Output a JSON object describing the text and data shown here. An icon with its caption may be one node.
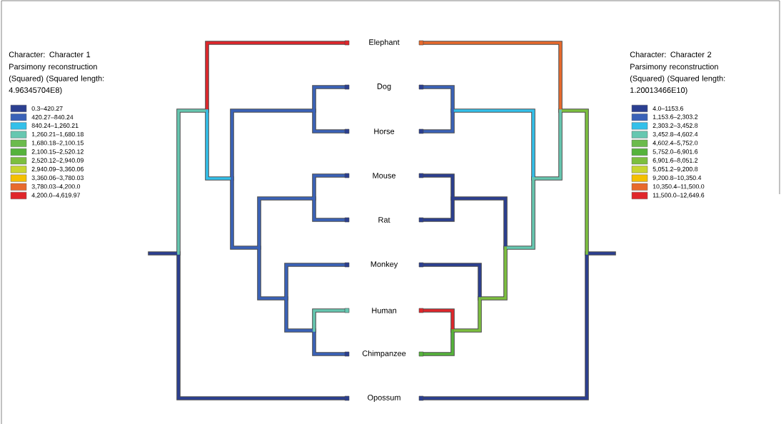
{
  "diagram": {
    "nodes": [
      {
        "text": [
          "Elephant"
        ]
      },
      {
        "text": [
          "Dog"
        ]
      },
      {
        "text": [
          "Horse"
        ]
      },
      {
        "text": [
          "Mouse"
        ]
      },
      {
        "text": [
          "Rat"
        ]
      },
      {
        "text": [
          "Monkey"
        ]
      },
      {
        "text": [
          "Human"
        ]
      },
      {
        "text": [
          "Chimpanzee"
        ]
      },
      {
        "text": [
          "Opossum"
        ]
      }
    ],
    "labels": [
      "Character: Character 1",
      "Parsimony reconstruction (Squared) (Squared length: 4.96345704E8)",
      "Character: Character 2",
      "Parsimony reconstruction (Squared) (Squared length: 1.20013466E10)"
    ],
    "legend": [
      {
        "text": "0.3–420.27",
        "color": "#2b3f91"
      },
      {
        "text": "420.27–840.24",
        "color": "#3a62b8"
      },
      {
        "text": "840.24–1,260.21",
        "color": "#33c0ea"
      },
      {
        "text": "1,260.21–1,680.18",
        "color": "#66c7b0"
      },
      {
        "text": "1,680.18–2,100.15",
        "color": "#6bbb4c"
      },
      {
        "text": "2,100.15–2,520.12",
        "color": "#55b33b"
      },
      {
        "text": "2,520.12–2,940.09",
        "color": "#7cbf3f"
      },
      {
        "text": "2,940.09–3,360.06",
        "color": "#c9d630"
      },
      {
        "text": "3,360.06–3,780.03",
        "color": "#f5c000"
      },
      {
        "text": "3,780.03–4,200.0",
        "color": "#e86a2c"
      },
      {
        "text": "4,200.0–4,619.97",
        "color": "#e0262b"
      },
      {
        "text": "4.0–1153.6",
        "color": "#2b3f91"
      },
      {
        "text": "1,153.6–2,303.2",
        "color": "#3a62b8"
      },
      {
        "text": "2,303.2–3,452.8",
        "color": "#33c0ea"
      },
      {
        "text": "3,452.8–4,602.4",
        "color": "#66c7b0"
      },
      {
        "text": "4,602.4–5,752.0",
        "color": "#6bbb4c"
      },
      {
        "text": "5,752.0–6,901.6",
        "color": "#55b33b"
      },
      {
        "text": "6,901.6–8,051.2",
        "color": "#7cbf3f"
      },
      {
        "text": "5,051.2–9,200.8",
        "color": "#c9d630"
      },
      {
        "text": "9,200.8–10,350.4",
        "color": "#f5c000"
      },
      {
        "text": "10,350.4–11,500.0",
        "color": "#e86a2c"
      },
      {
        "text": "11,500.0–12,649.6",
        "color": "#e0262b"
      }
    ]
  }
}
